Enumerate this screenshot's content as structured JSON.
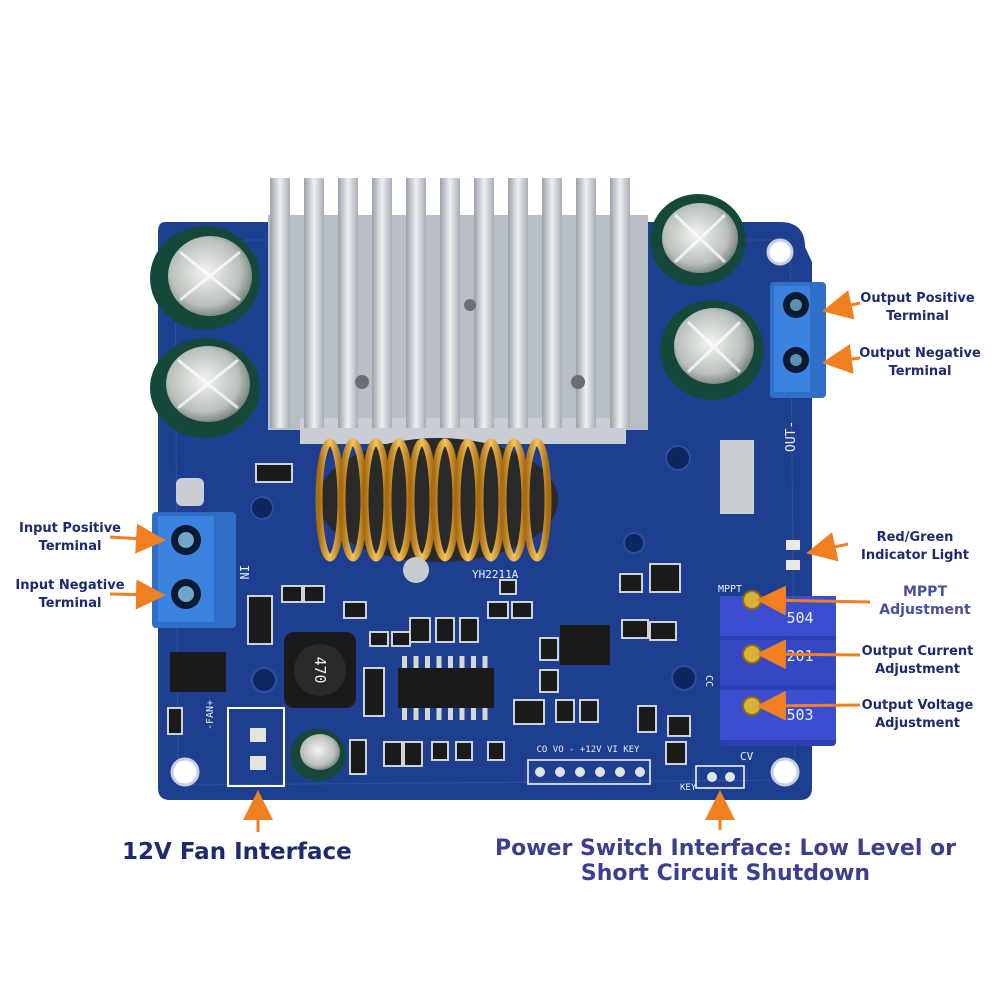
{
  "labels": {
    "out_pos_1": "Output Positive",
    "out_pos_2": "Terminal",
    "out_neg_1": "Output Negative",
    "out_neg_2": "Terminal",
    "in_pos_1": "Input Positive",
    "in_pos_2": "Terminal",
    "in_neg_1": "Input Negative",
    "in_neg_2": "Terminal",
    "led_1": "Red/Green",
    "led_2": "Indicator Light",
    "mppt_1": "MPPT",
    "mppt_2": "Adjustment",
    "cur_1": "Output Current",
    "cur_2": "Adjustment",
    "volt_1": "Output Voltage",
    "volt_2": "Adjustment",
    "fan": "12V Fan Interface",
    "switch_1": "Power Switch Interface: Low Level or",
    "switch_2": "Short Circuit Shutdown"
  },
  "silkscreen": {
    "chip": "YH2211A",
    "inductor": "470",
    "out": "OUT-",
    "in": "IN",
    "fan": "-FAN+",
    "mppt": "MPPT",
    "cc": "CC",
    "cv": "CV",
    "key": "KEY",
    "pot1": "504",
    "pot2": "201",
    "pot3": "503",
    "header": "CO VO - +12V VI KEY"
  },
  "colors": {
    "board": "#1e3f8f",
    "arrow": "#f07f22",
    "label": "#1d2b6e",
    "label_accent": "#4a4f9e"
  }
}
